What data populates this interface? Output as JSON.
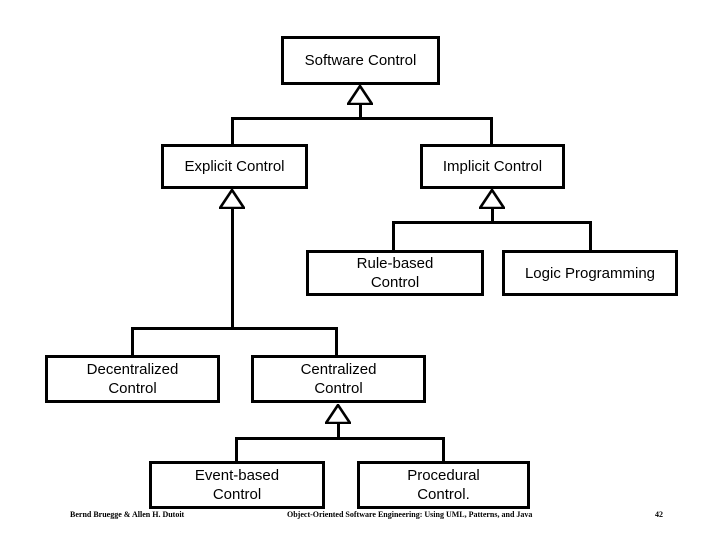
{
  "diagram": {
    "type": "uml-class-hierarchy",
    "relationship": "generalization",
    "nodes": [
      {
        "id": "software-control",
        "label": "Software Control"
      },
      {
        "id": "explicit-control",
        "label": "Explicit Control"
      },
      {
        "id": "implicit-control",
        "label": "Implicit Control"
      },
      {
        "id": "rule-based-control",
        "label": "Rule-based\nControl"
      },
      {
        "id": "logic-programming",
        "label": "Logic Programming"
      },
      {
        "id": "decentralized-control",
        "label": "Decentralized\nControl"
      },
      {
        "id": "centralized-control",
        "label": "Centralized\nControl"
      },
      {
        "id": "event-based-control",
        "label": "Event-based\nControl"
      },
      {
        "id": "procedural-control",
        "label": "Procedural\nControl."
      }
    ],
    "edges": [
      {
        "parent": "software-control",
        "child": "explicit-control"
      },
      {
        "parent": "software-control",
        "child": "implicit-control"
      },
      {
        "parent": "implicit-control",
        "child": "rule-based-control"
      },
      {
        "parent": "implicit-control",
        "child": "logic-programming"
      },
      {
        "parent": "explicit-control",
        "child": "decentralized-control"
      },
      {
        "parent": "explicit-control",
        "child": "centralized-control"
      },
      {
        "parent": "centralized-control",
        "child": "event-based-control"
      },
      {
        "parent": "centralized-control",
        "child": "procedural-control"
      }
    ],
    "colors": {
      "line": "#000000",
      "box_fill": "#ffffff",
      "box_border": "#000000",
      "text": "#000000",
      "background": "#ffffff"
    }
  },
  "footer": {
    "authors": "Bernd Bruegge & Allen H. Dutoit",
    "title": "Object-Oriented Software Engineering: Using UML, Patterns, and Java",
    "page": "42"
  }
}
